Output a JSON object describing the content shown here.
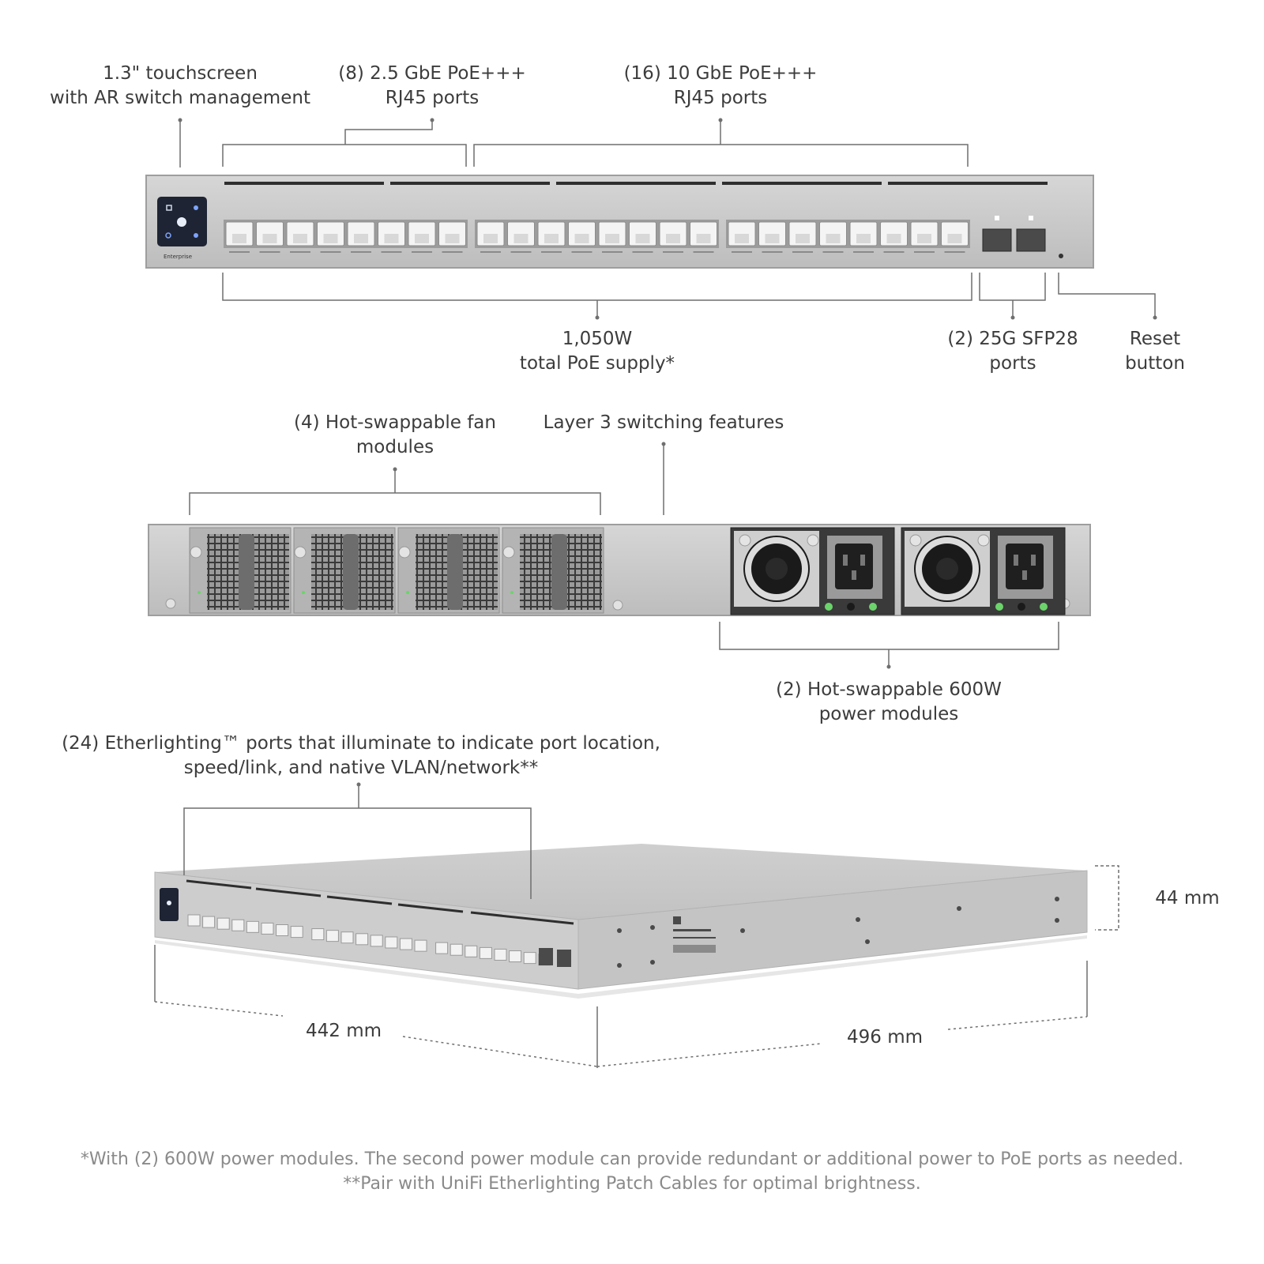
{
  "callouts": {
    "touchscreen": [
      "1.3\" touchscreen",
      "with AR switch management"
    ],
    "ports_2_5g": [
      "(8) 2.5 GbE PoE+++",
      "RJ45 ports"
    ],
    "ports_10g": [
      "(16) 10 GbE PoE+++",
      "RJ45 ports"
    ],
    "poe_supply": [
      "1,050W",
      "total PoE supply*"
    ],
    "sfp28": [
      "(2) 25G SFP28",
      "ports"
    ],
    "reset": [
      "Reset",
      "button"
    ],
    "fans": [
      "(4) Hot-swappable fan",
      "modules"
    ],
    "layer3": [
      "Layer 3 switching features"
    ],
    "power_modules": [
      "(2) Hot-swappable 600W",
      "power modules"
    ],
    "etherlighting": [
      "(24) Etherlighting™ ports that illuminate to indicate port location,",
      "speed/link, and native VLAN/network**"
    ]
  },
  "dimensions": {
    "height": "44 mm",
    "width": "442 mm",
    "depth": "496 mm"
  },
  "device_text": {
    "brand": "Enterprise"
  },
  "footnotes": [
    "*With (2) 600W power modules. The second power module can provide redundant or additional power to PoE ports as needed.",
    "**Pair with UniFi Etherlighting Patch Cables for optimal brightness."
  ],
  "colors": {
    "chassis": "#c9c9c9",
    "chassis_dark": "#a9a9a9",
    "line": "#6f6f6f",
    "text": "#3c3c3c",
    "footnote": "#8a8a8a",
    "screen": "#1e2433",
    "led_green": "#6bd46b"
  }
}
